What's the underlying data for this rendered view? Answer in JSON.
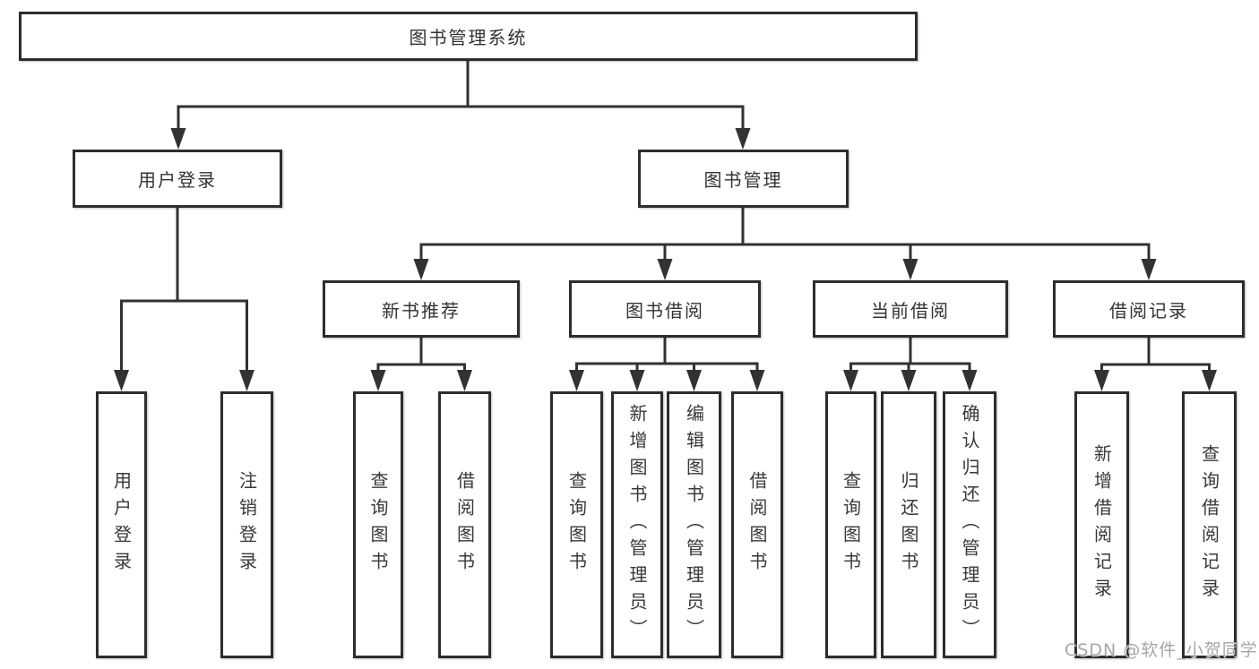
{
  "tree": {
    "root": {
      "label": "图书管理系统"
    },
    "children": [
      {
        "label": "用户登录",
        "children": [
          {
            "label": "用户登录"
          },
          {
            "label": "注销登录"
          }
        ]
      },
      {
        "label": "图书管理",
        "children": [
          {
            "label": "新书推荐",
            "children": [
              {
                "label": "查询图书"
              },
              {
                "label": "借阅图书"
              }
            ]
          },
          {
            "label": "图书借阅",
            "children": [
              {
                "label": "查询图书"
              },
              {
                "label": "新增图书（管理员）"
              },
              {
                "label": "编辑图书（管理员）"
              },
              {
                "label": "借阅图书"
              }
            ]
          },
          {
            "label": "当前借阅",
            "children": [
              {
                "label": "查询图书"
              },
              {
                "label": "归还图书"
              },
              {
                "label": "确认归还（管理员）"
              }
            ]
          },
          {
            "label": "借阅记录",
            "children": [
              {
                "label": "新增借阅记录"
              },
              {
                "label": "查询借阅记录"
              }
            ]
          }
        ]
      }
    ]
  },
  "watermark": {
    "text": "CSDN @软件_小贺同学"
  },
  "colors": {
    "line": "#323232",
    "box_border": "#2d2d2d",
    "text": "#333333",
    "watermark": "#a6a6a6",
    "background": "#ffffff"
  }
}
